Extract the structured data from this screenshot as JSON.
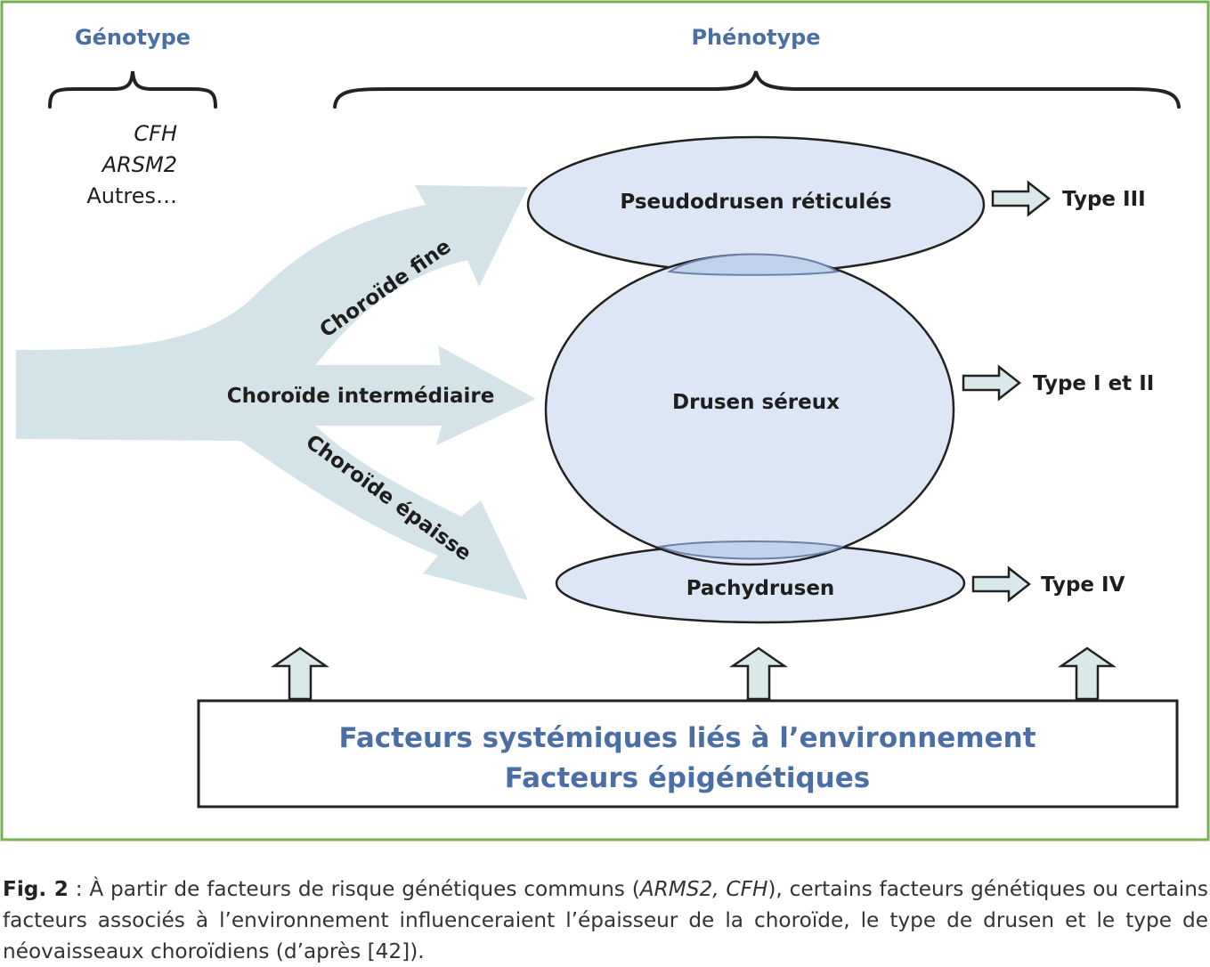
{
  "colors": {
    "frame": "#77b255",
    "heading": "#4a6fa5",
    "ellipse_fill": "#dce6f5",
    "overlap_fill": "#c2d2ec",
    "flow_arrow": "#d3e3e7",
    "small_arrow_fill": "#d9e8e8",
    "text": "#1e1e1e"
  },
  "headings": {
    "genotype": "Génotype",
    "phenotype": "Phénotype"
  },
  "genes": {
    "gene1": "CFH",
    "gene2": "ARSM2",
    "others": "Autres…"
  },
  "choroid": {
    "fine": "Choroïde fine",
    "intermediate": "Choroïde intermédiaire",
    "thick": "Choroïde épaisse"
  },
  "drusen": {
    "pseudodrusen": "Pseudodrusen réticulés",
    "serous": "Drusen séreux",
    "pachydrusen": "Pachydrusen"
  },
  "types": {
    "type3": "Type III",
    "type12": "Type I et II",
    "type4": "Type IV"
  },
  "factors": {
    "line1": "Facteurs systémiques liés à l’environnement",
    "line2": "Facteurs épigénétiques"
  },
  "caption": {
    "label": "Fig. 2",
    "part1": " : À partir de facteurs de risque génétiques communs (",
    "genes_italic": "ARMS2, CFH",
    "part2": "), certains facteurs génétiques ou certains facteurs associés à l’environnement influenceraient l’épaisseur de la choroïde, le type de drusen et le type de néovaisseaux choroïdiens (d’après [42])."
  }
}
